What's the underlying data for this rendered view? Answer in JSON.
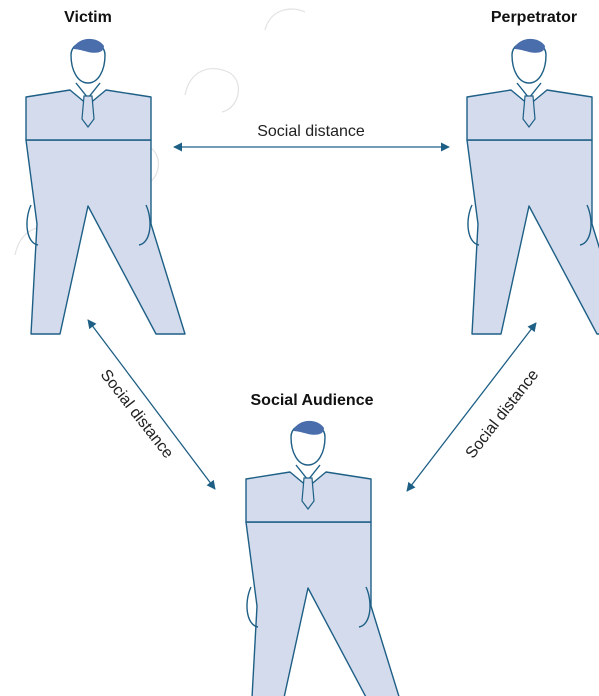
{
  "roles": {
    "victim": "Victim",
    "perpetrator": "Perpetrator",
    "audience": "Social Audience"
  },
  "relations": {
    "victim_perpetrator": "Social distance",
    "victim_audience": "Social distance",
    "perpetrator_audience": "Social distance"
  },
  "colors": {
    "figure_fill": "#d3dbec",
    "stroke": "#1e5f86",
    "hair": "#4a6dab"
  }
}
